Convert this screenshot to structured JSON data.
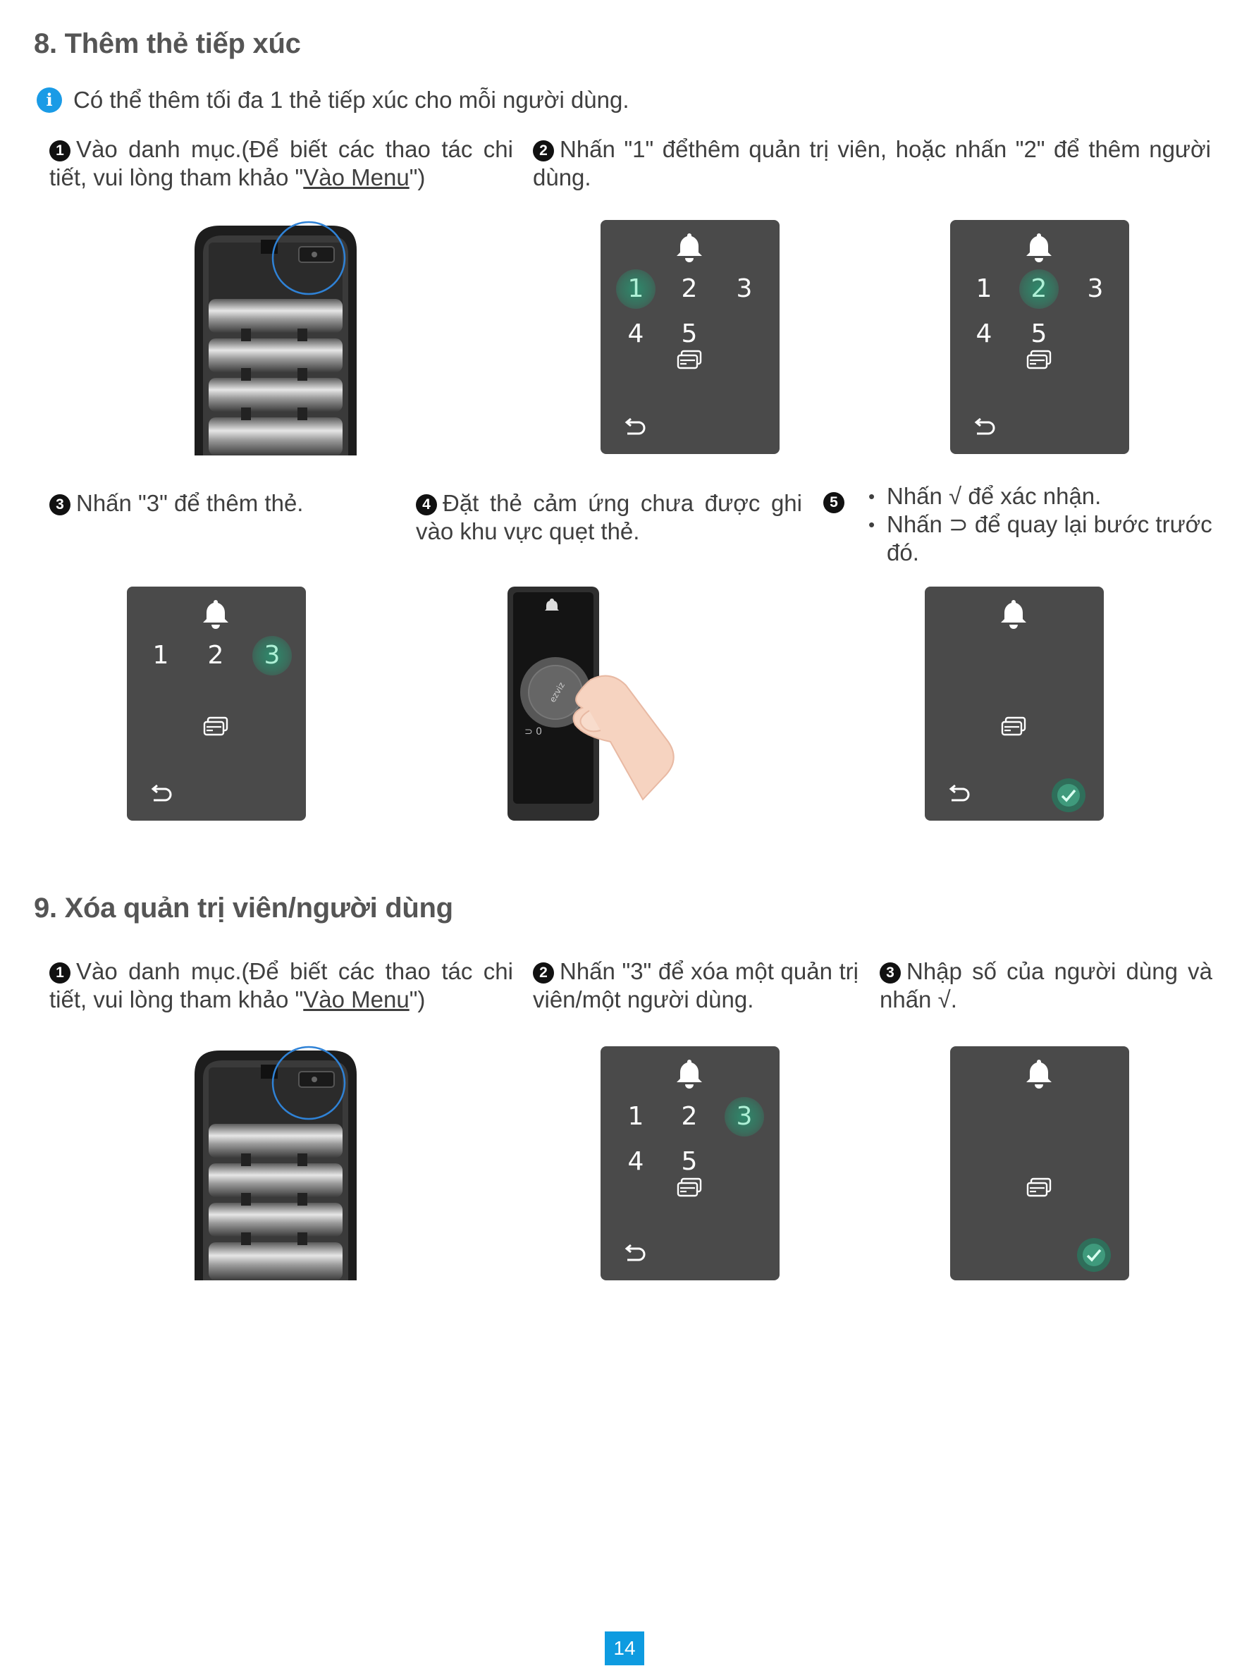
{
  "section8": {
    "title": "8. Thêm thẻ tiếp xúc",
    "note": "Có thể thêm tối đa 1 thẻ tiếp xúc cho mỗi người dùng.",
    "step1": {
      "num": "1",
      "text_a": "Vào danh mục.(Để biết các thao tác chi tiết, vui lòng tham khảo \"",
      "link": "Vào Menu",
      "text_b": "\")"
    },
    "step2": {
      "num": "2",
      "text": "Nhấn \"1\" đểthêm quản trị viên, hoặc nhấn \"2\" để thêm người dùng."
    },
    "step3": {
      "num": "3",
      "text": "Nhấn \"3\" để thêm thẻ."
    },
    "step4": {
      "num": "4",
      "text": "Đặt thẻ cảm ứng chưa được ghi vào khu vực quẹt thẻ."
    },
    "step5": {
      "num": "5",
      "bullet1": "Nhấn √ để xác nhận.",
      "bullet2": "Nhấn ⊃ để quay lại bước trước đó."
    }
  },
  "section9": {
    "title": "9. Xóa quản trị viên/người dùng",
    "step1": {
      "num": "1",
      "text_a": "Vào danh mục.(Để biết các thao tác chi tiết, vui lòng tham khảo \"",
      "link": "Vào Menu",
      "text_b": "\")"
    },
    "step2": {
      "num": "2",
      "text": "Nhấn \"3\" để xóa một quản trị viên/một người dùng."
    },
    "step3": {
      "num": "3",
      "text": "Nhập số của người dùng và nhấn √."
    }
  },
  "keypad": {
    "k1": "1",
    "k2": "2",
    "k3": "3",
    "k4": "4",
    "k5": "5"
  },
  "card_logo": "ezviz",
  "icons": [
    "info-icon",
    "bell-icon",
    "card-icon",
    "back-icon",
    "check-icon"
  ],
  "colors": {
    "accent": "#0e9be0",
    "keypad_bg": "#4a4a4a",
    "highlight": "#2e8a6c"
  },
  "page_number": "14"
}
